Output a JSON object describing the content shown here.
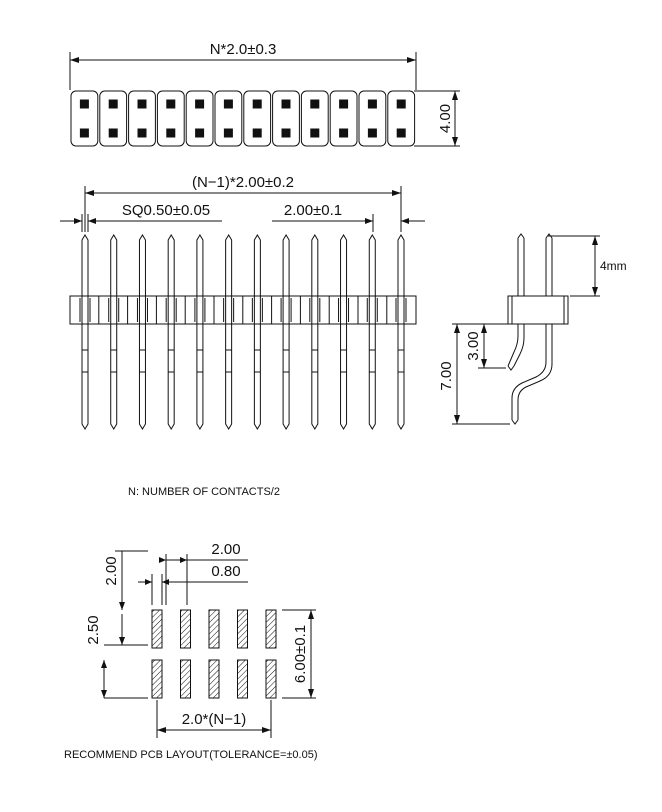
{
  "top_view": {
    "overall_length_label": "N*2.0±0.3",
    "height_label": "4.00"
  },
  "front_view": {
    "pitch_span_label": "(N−1)*2.00±0.2",
    "pin_square_label": "SQ0.50±0.05",
    "pitch_label": "2.00±0.1"
  },
  "side_view": {
    "above_length_label": "4mm",
    "bend_offset_label": "3.00",
    "below_length_label": "7.00"
  },
  "note_label": "N: NUMBER OF CONTACTS/2",
  "pcb_layout": {
    "pitch_label": "2.00",
    "pad_width_label": "0.80",
    "top_offset_label": "2.00",
    "row_offset_label": "2.50",
    "row_span_label": "6.00±0.1",
    "length_label": "2.0*(N−1)",
    "title": "RECOMMEND PCB LAYOUT(TOLERANCE=±0.05)"
  },
  "colors": {
    "line": "#111111",
    "background": "#ffffff"
  }
}
